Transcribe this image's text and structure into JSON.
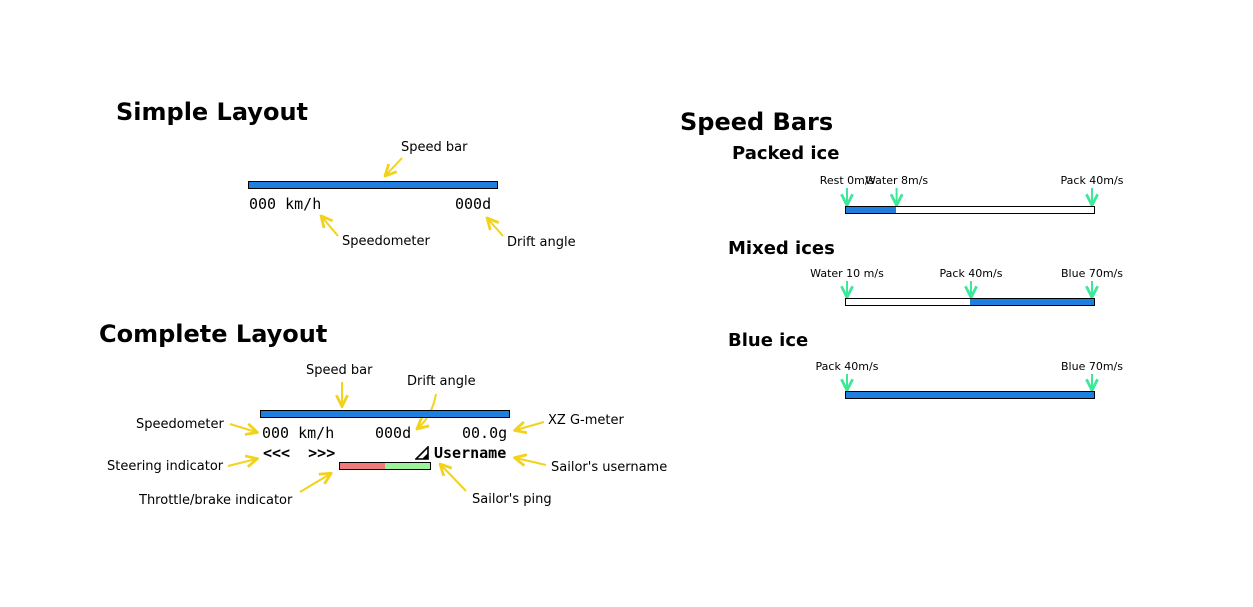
{
  "colors": {
    "speed_blue": "#1f7fe0",
    "annotation_yellow": "#f2d21a",
    "marker_green": "#3ee89a",
    "brake_red": "#f07a7a",
    "throttle_green": "#9cf29a"
  },
  "simple_layout": {
    "title": "Simple Layout",
    "speedometer_text": "000 km/h",
    "drift_text": "000d",
    "speed_bar_fill": 1.0,
    "annotations": {
      "speed_bar": "Speed bar",
      "speedometer": "Speedometer",
      "drift_angle": "Drift angle"
    }
  },
  "complete_layout": {
    "title": "Complete Layout",
    "speedometer_text": "000 km/h",
    "drift_text": "000d",
    "gmeter_text": "00.0g",
    "steering_text": "<<<  >>>",
    "username_text": "Username",
    "ping_icon": "ping-signal-icon",
    "speed_bar_fill": 1.0,
    "throttle_brake": {
      "brake": 0.5,
      "throttle": 0.5
    },
    "annotations": {
      "speed_bar": "Speed bar",
      "drift_angle": "Drift angle",
      "speedometer": "Speedometer",
      "xz_gmeter": "XZ G-meter",
      "steering": "Steering indicator",
      "username": "Sailor's username",
      "throttle_brake": "Throttle/brake indicator",
      "ping": "Sailor's ping"
    }
  },
  "speed_bars": {
    "title": "Speed Bars",
    "bars": [
      {
        "title": "Packed ice",
        "markers": [
          {
            "label": "Rest 0m/s",
            "pos": 0.0
          },
          {
            "label": "Water 8m/s",
            "pos": 0.2
          },
          {
            "label": "Pack 40m/s",
            "pos": 1.0
          }
        ],
        "fill_from": 0.0,
        "fill_to": 0.2
      },
      {
        "title": "Mixed ices",
        "markers": [
          {
            "label": "Water 10 m/s",
            "pos": 0.0
          },
          {
            "label": "Pack 40m/s",
            "pos": 0.5
          },
          {
            "label": "Blue 70m/s",
            "pos": 1.0
          }
        ],
        "fill_from": 0.5,
        "fill_to": 1.0
      },
      {
        "title": "Blue ice",
        "markers": [
          {
            "label": "Pack 40m/s",
            "pos": 0.0
          },
          {
            "label": "Blue 70m/s",
            "pos": 1.0
          }
        ],
        "fill_from": 0.0,
        "fill_to": 1.0
      }
    ]
  }
}
